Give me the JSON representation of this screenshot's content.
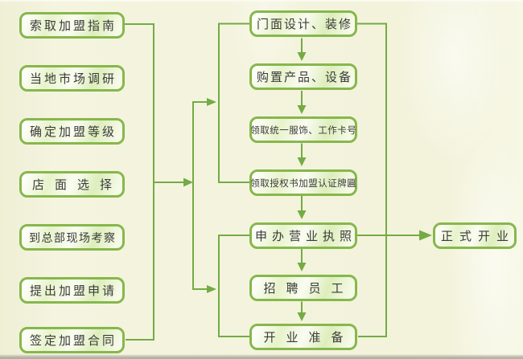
{
  "colors": {
    "bg": "#f3f3dd",
    "line": "#74ab45",
    "border": "#87b74c",
    "text": "#3b3b3b"
  },
  "left_column": [
    {
      "label": "索取加盟指南"
    },
    {
      "label": "当地市场调研"
    },
    {
      "label": "确定加盟等级"
    },
    {
      "label": "店面选择"
    },
    {
      "label": "到总部现场考察"
    },
    {
      "label": "提出加盟申请"
    },
    {
      "label": "签定加盟合同"
    }
  ],
  "middle_column": [
    {
      "label": "门面设计、装修"
    },
    {
      "label": "购置产品、设备"
    },
    {
      "label": "领取统一服饰、工作卡号"
    },
    {
      "label": "领取授权书加盟认证牌匾"
    },
    {
      "label": "申办营业执照"
    },
    {
      "label": "招聘员工"
    },
    {
      "label": "开业准备"
    }
  ],
  "final_step": {
    "label": "正式开业"
  }
}
